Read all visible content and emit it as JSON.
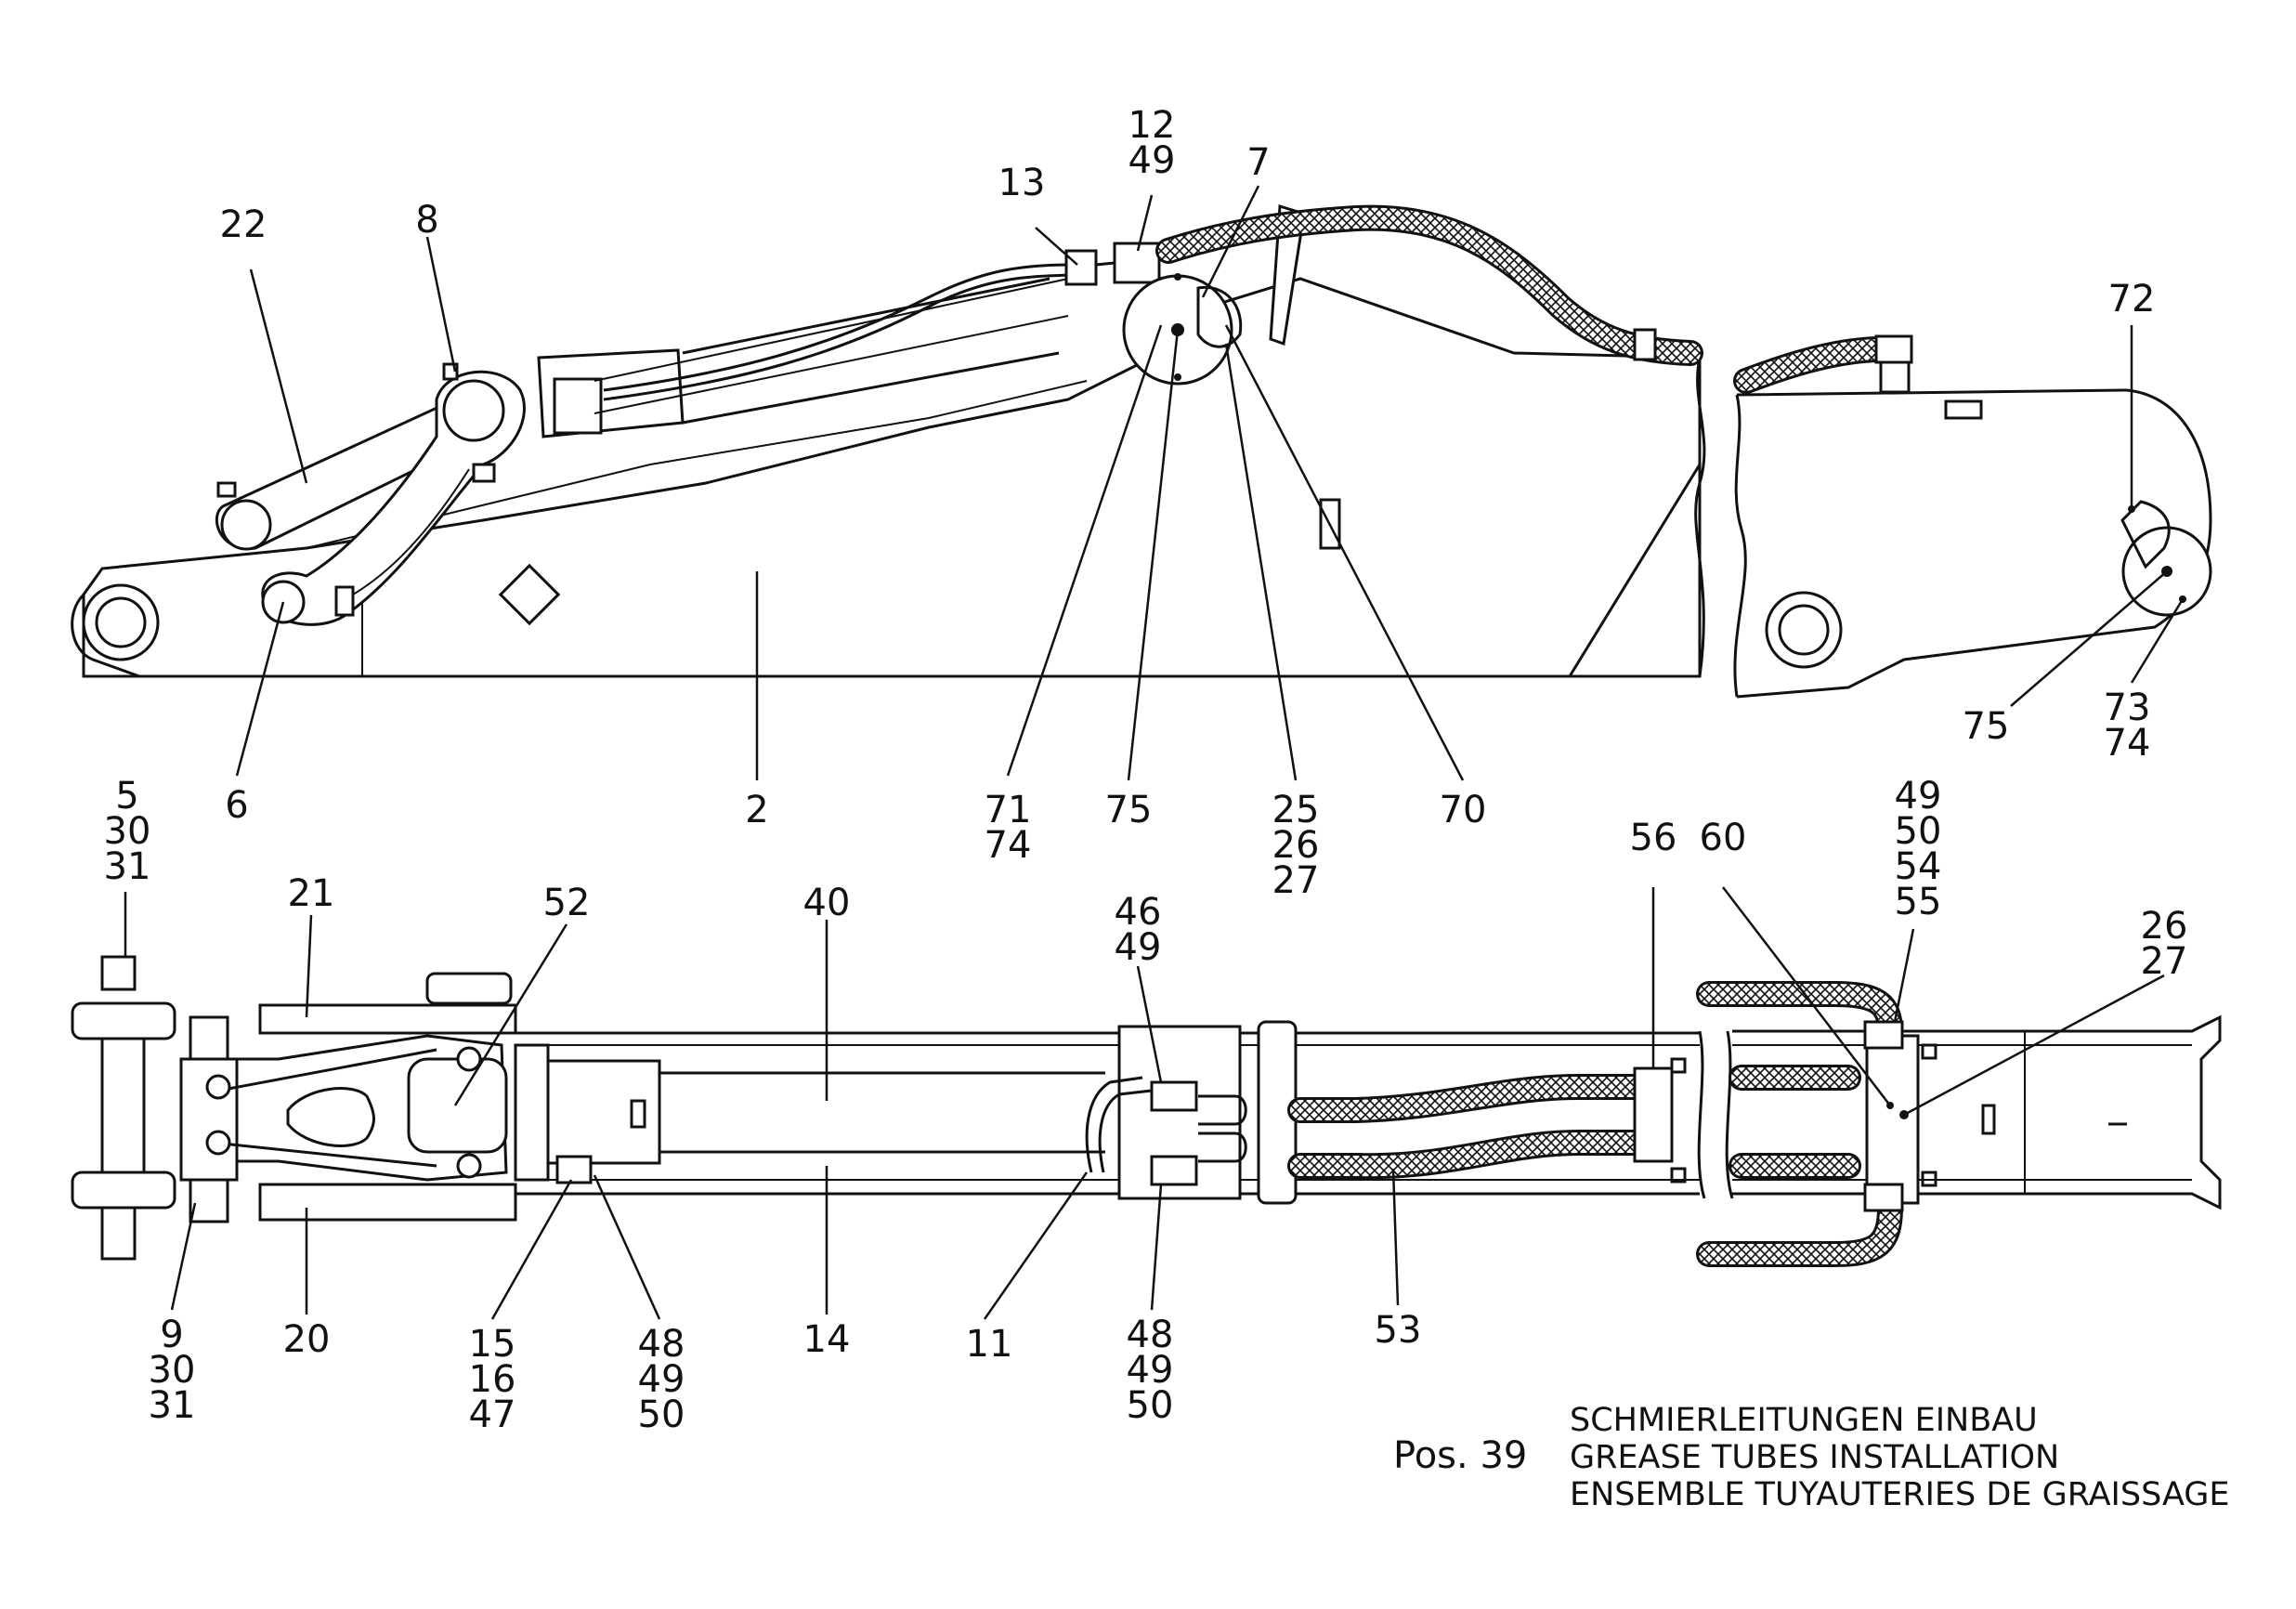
{
  "caption": {
    "position_label": "Pos. 39",
    "title_de": "SCHMIERLEITUNGEN EINBAU",
    "title_en": "GREASE TUBES INSTALLATION",
    "title_fr": "ENSEMBLE TUYAUTERIES DE GRAISSAGE"
  },
  "side_view_callouts": [
    {
      "id": "c22",
      "lines": [
        "22"
      ]
    },
    {
      "id": "c8",
      "lines": [
        "8"
      ]
    },
    {
      "id": "c13",
      "lines": [
        "13"
      ]
    },
    {
      "id": "c12",
      "lines": [
        "12",
        "49"
      ]
    },
    {
      "id": "c7",
      "lines": [
        "7"
      ]
    },
    {
      "id": "c72",
      "lines": [
        "72"
      ]
    },
    {
      "id": "c6",
      "lines": [
        "6"
      ]
    },
    {
      "id": "c2",
      "lines": [
        "2"
      ]
    },
    {
      "id": "c71",
      "lines": [
        "71",
        "74"
      ]
    },
    {
      "id": "c75a",
      "lines": [
        "75"
      ]
    },
    {
      "id": "c25",
      "lines": [
        "25",
        "26",
        "27"
      ]
    },
    {
      "id": "c70",
      "lines": [
        "70"
      ]
    },
    {
      "id": "c75b",
      "lines": [
        "75"
      ]
    },
    {
      "id": "c73",
      "lines": [
        "73",
        "74"
      ]
    }
  ],
  "top_view_callouts": [
    {
      "id": "c5",
      "lines": [
        "5",
        "30",
        "31"
      ]
    },
    {
      "id": "c21",
      "lines": [
        "21"
      ]
    },
    {
      "id": "c52",
      "lines": [
        "52"
      ]
    },
    {
      "id": "c40",
      "lines": [
        "40"
      ]
    },
    {
      "id": "c46",
      "lines": [
        "46",
        "49"
      ]
    },
    {
      "id": "c56",
      "lines": [
        "56"
      ]
    },
    {
      "id": "c60",
      "lines": [
        "60"
      ]
    },
    {
      "id": "c49",
      "lines": [
        "49",
        "50",
        "54",
        "55"
      ]
    },
    {
      "id": "c26",
      "lines": [
        "26",
        "27"
      ]
    },
    {
      "id": "c9",
      "lines": [
        "9",
        "30",
        "31"
      ]
    },
    {
      "id": "c20",
      "lines": [
        "20"
      ]
    },
    {
      "id": "c15",
      "lines": [
        "15",
        "16",
        "47"
      ]
    },
    {
      "id": "c48a",
      "lines": [
        "48",
        "49",
        "50"
      ]
    },
    {
      "id": "c14",
      "lines": [
        "14"
      ]
    },
    {
      "id": "c11",
      "lines": [
        "11"
      ]
    },
    {
      "id": "c48b",
      "lines": [
        "48",
        "49",
        "50"
      ]
    },
    {
      "id": "c53",
      "lines": [
        "53"
      ]
    }
  ]
}
